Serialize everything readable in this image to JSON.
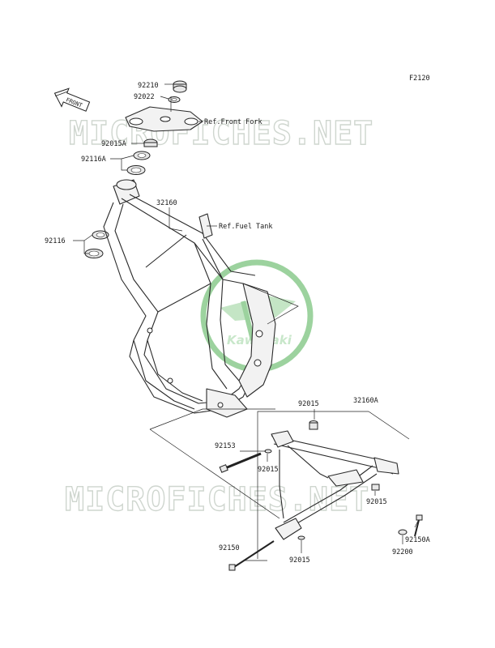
{
  "diagram_code": "F2120",
  "front_arrow_label": "FRONT",
  "watermark_text": "MICROFICHES.NET",
  "logo_text": "Kawasaki",
  "colors": {
    "watermark": "#cfd6cf",
    "logo_green": "#4caf50",
    "line": "#222222"
  },
  "labels": {
    "p92210": "92210",
    "p92022": "92022",
    "ref_front_fork": "Ref.Front Fork",
    "p92015A": "92015A",
    "p92116A": "92116A",
    "p32160": "32160",
    "ref_fuel_tank": "Ref.Fuel Tank",
    "p92116": "92116",
    "p92015_top": "92015",
    "p32160A": "32160A",
    "p92153": "92153",
    "p92015_mid": "92015",
    "p92015_right": "92015",
    "p92150A": "92150A",
    "p92200": "92200",
    "p92150": "92150",
    "p92015_bottom": "92015"
  }
}
